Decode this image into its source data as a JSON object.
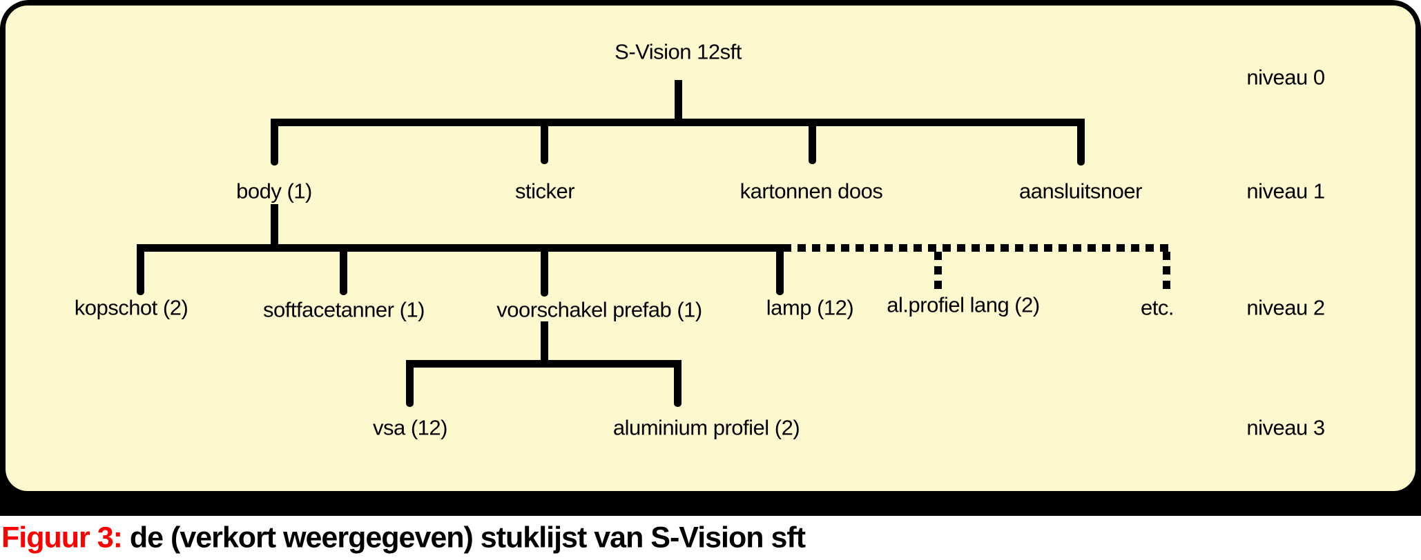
{
  "figure": {
    "root": {
      "label": "S-Vision 12sft"
    },
    "level1": [
      {
        "label": "body (1)"
      },
      {
        "label": "sticker"
      },
      {
        "label": "kartonnen doos"
      },
      {
        "label": "aansluitsnoer"
      }
    ],
    "level2": [
      {
        "label": "kopschot (2)"
      },
      {
        "label": "softfacetanner (1)"
      },
      {
        "label": "voorschakel prefab (1)"
      },
      {
        "label": "lamp (12)"
      },
      {
        "label": "al.profiel lang (2)"
      },
      {
        "label": "etc."
      }
    ],
    "level3": [
      {
        "label": "vsa  (12)"
      },
      {
        "label": "aluminium profiel (2)"
      }
    ],
    "level_labels": {
      "niveau0": "niveau 0",
      "niveau1": "niveau 1",
      "niveau2": "niveau 2",
      "niveau3": "niveau 3"
    },
    "colors": {
      "panel_background": "#fbf9cd",
      "line": "#000000",
      "caption_accent": "#ff0000",
      "caption_background": "#ffffff"
    }
  },
  "caption": {
    "prefix": "Figuur 3:",
    "text": " de (verkort weergegeven) stuklijst van S-Vision sft"
  }
}
